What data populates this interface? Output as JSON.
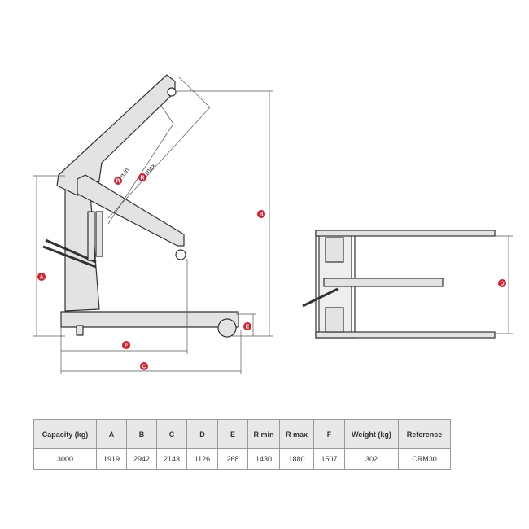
{
  "labels": {
    "A": "A",
    "B": "B",
    "C": "C",
    "D": "D",
    "E": "E",
    "F": "F",
    "R": "R",
    "min": "min",
    "max": "max"
  },
  "accent_color": "#d81e2c",
  "table": {
    "headers": [
      "Capacity (kg)",
      "A",
      "B",
      "C",
      "D",
      "E",
      "R min",
      "R max",
      "F",
      "Weight (kg)",
      "Reference"
    ],
    "rows": [
      [
        "3000",
        "1919",
        "2942",
        "2143",
        "1126",
        "268",
        "1430",
        "1880",
        "1507",
        "302",
        "CRM30"
      ]
    ]
  }
}
